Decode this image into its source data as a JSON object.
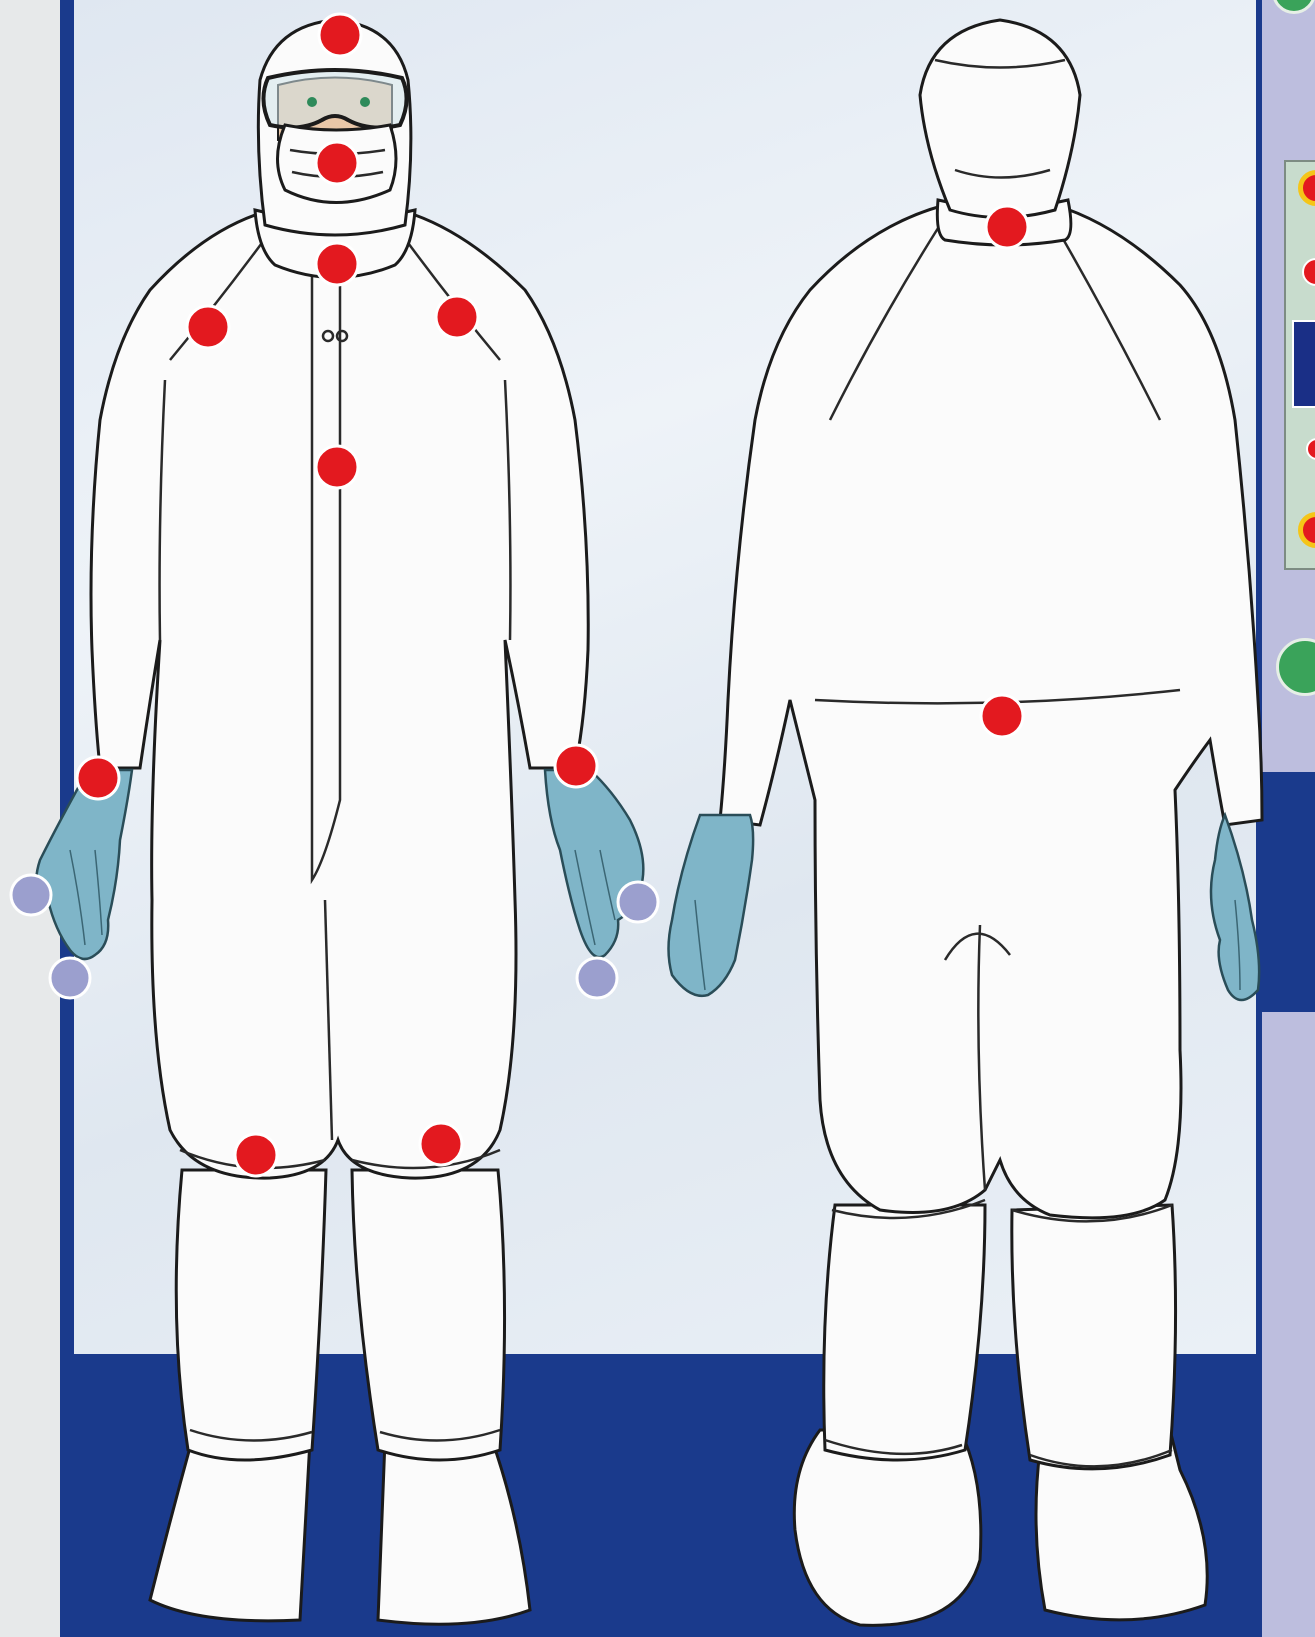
{
  "figure": {
    "views": [
      "front",
      "back"
    ],
    "colors": {
      "contact_point": "#e3191f",
      "glove_point": "#9b9fce",
      "legend_ring": "#f5c518",
      "legend_green": "#3aa35a",
      "backdrop_blue": "#1a3a8c",
      "panel_light": "#e4ebf4",
      "glove": "#7fb5c8"
    },
    "markers": {
      "front_red": [
        "hood-top",
        "mask",
        "collar",
        "shoulder-left",
        "shoulder-right",
        "chest",
        "wrist-left",
        "wrist-right",
        "knee-left",
        "knee-right"
      ],
      "front_glove": [
        "left-palm",
        "left-finger",
        "right-palm",
        "right-finger"
      ],
      "back_red": [
        "neck",
        "waist"
      ]
    },
    "legend_icons": [
      "ring-icon",
      "red-dot-icon",
      "key-box-icon",
      "ring-icon",
      "green-dot-icon"
    ]
  }
}
